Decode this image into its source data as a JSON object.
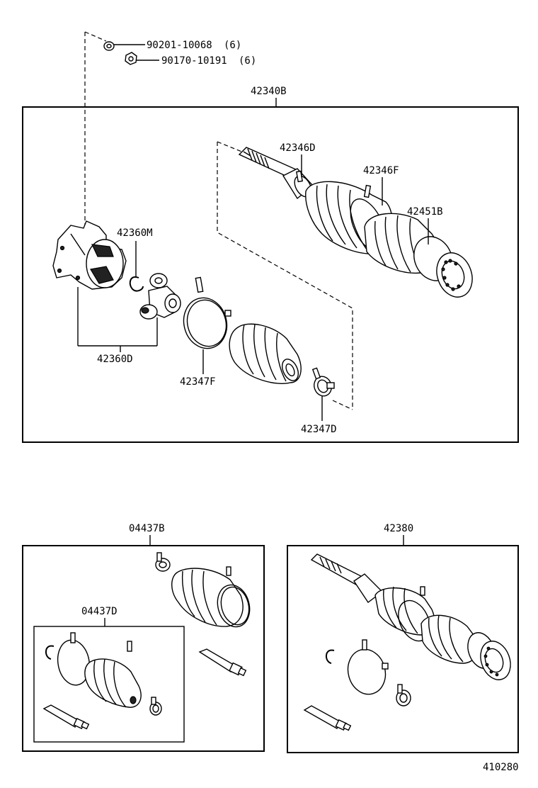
{
  "footer_code": "410280",
  "fasteners": [
    {
      "part": "90201-10068",
      "qty": "(6)"
    },
    {
      "part": "90170-10191",
      "qty": "(6)"
    }
  ],
  "main_assembly": {
    "label": "42340B",
    "parts": {
      "p42346D": "42346D",
      "p42346F": "42346F",
      "p42451B": "42451B",
      "p42360M": "42360M",
      "p42360D": "42360D",
      "p42347F": "42347F",
      "p42347D": "42347D"
    }
  },
  "kit_b": {
    "label": "04437B",
    "sub_label": "04437D"
  },
  "kit_c": {
    "label": "42380"
  }
}
